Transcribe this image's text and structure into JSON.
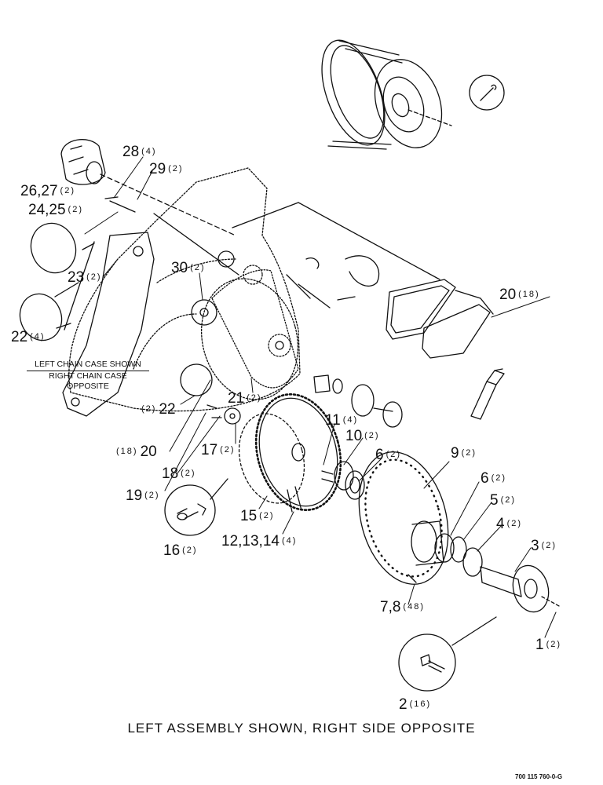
{
  "callouts": [
    {
      "id": "c28",
      "number": "28",
      "qty": "(4)"
    },
    {
      "id": "c29",
      "number": "29",
      "qty": "(2)"
    },
    {
      "id": "c2627",
      "number": "26,27",
      "qty": "(2)"
    },
    {
      "id": "c2425",
      "number": "24,25",
      "qty": "(2)"
    },
    {
      "id": "c23",
      "number": "23",
      "qty": "(2)"
    },
    {
      "id": "c22a",
      "number": "22",
      "qty": "(4)"
    },
    {
      "id": "c30",
      "number": "30",
      "qty": "(2)"
    },
    {
      "id": "c20a",
      "number": "20",
      "qty": "(18)"
    },
    {
      "id": "c21",
      "number": "21",
      "qty": "(2)"
    },
    {
      "id": "c22b",
      "number": "22",
      "qty": "(2)",
      "qty_first": true
    },
    {
      "id": "c20b",
      "number": "20",
      "qty": "(18)",
      "qty_first": true
    },
    {
      "id": "c17",
      "number": "17",
      "qty": "(2)"
    },
    {
      "id": "c11",
      "number": "11",
      "qty": "(4)"
    },
    {
      "id": "c10",
      "number": "10",
      "qty": "(2)"
    },
    {
      "id": "c6a",
      "number": "6",
      "qty": "(2)"
    },
    {
      "id": "c9",
      "number": "9",
      "qty": "(2)"
    },
    {
      "id": "c18",
      "number": "18",
      "qty": "(2)"
    },
    {
      "id": "c19",
      "number": "19",
      "qty": "(2)"
    },
    {
      "id": "c6b",
      "number": "6",
      "qty": "(2)"
    },
    {
      "id": "c5",
      "number": "5",
      "qty": "(2)"
    },
    {
      "id": "c15",
      "number": "15",
      "qty": "(2)"
    },
    {
      "id": "c4",
      "number": "4",
      "qty": "(2)"
    },
    {
      "id": "c121314",
      "number": "12,13,14",
      "qty": "(4)"
    },
    {
      "id": "c3",
      "number": "3",
      "qty": "(2)"
    },
    {
      "id": "c16",
      "number": "16",
      "qty": "(2)"
    },
    {
      "id": "c78",
      "number": "7,8",
      "qty": "(48)"
    },
    {
      "id": "c1",
      "number": "1",
      "qty": "(2)"
    },
    {
      "id": "c2",
      "number": "2",
      "qty": "(16)"
    }
  ],
  "case_note": {
    "line1": "LEFT CHAIN CASE SHOWN",
    "line2": "RIGHT CHAIN CASE OPPOSITE"
  },
  "caption": "LEFT ASSEMBLY SHOWN, RIGHT SIDE OPPOSITE",
  "doc_code": "700 115 760-0-G"
}
